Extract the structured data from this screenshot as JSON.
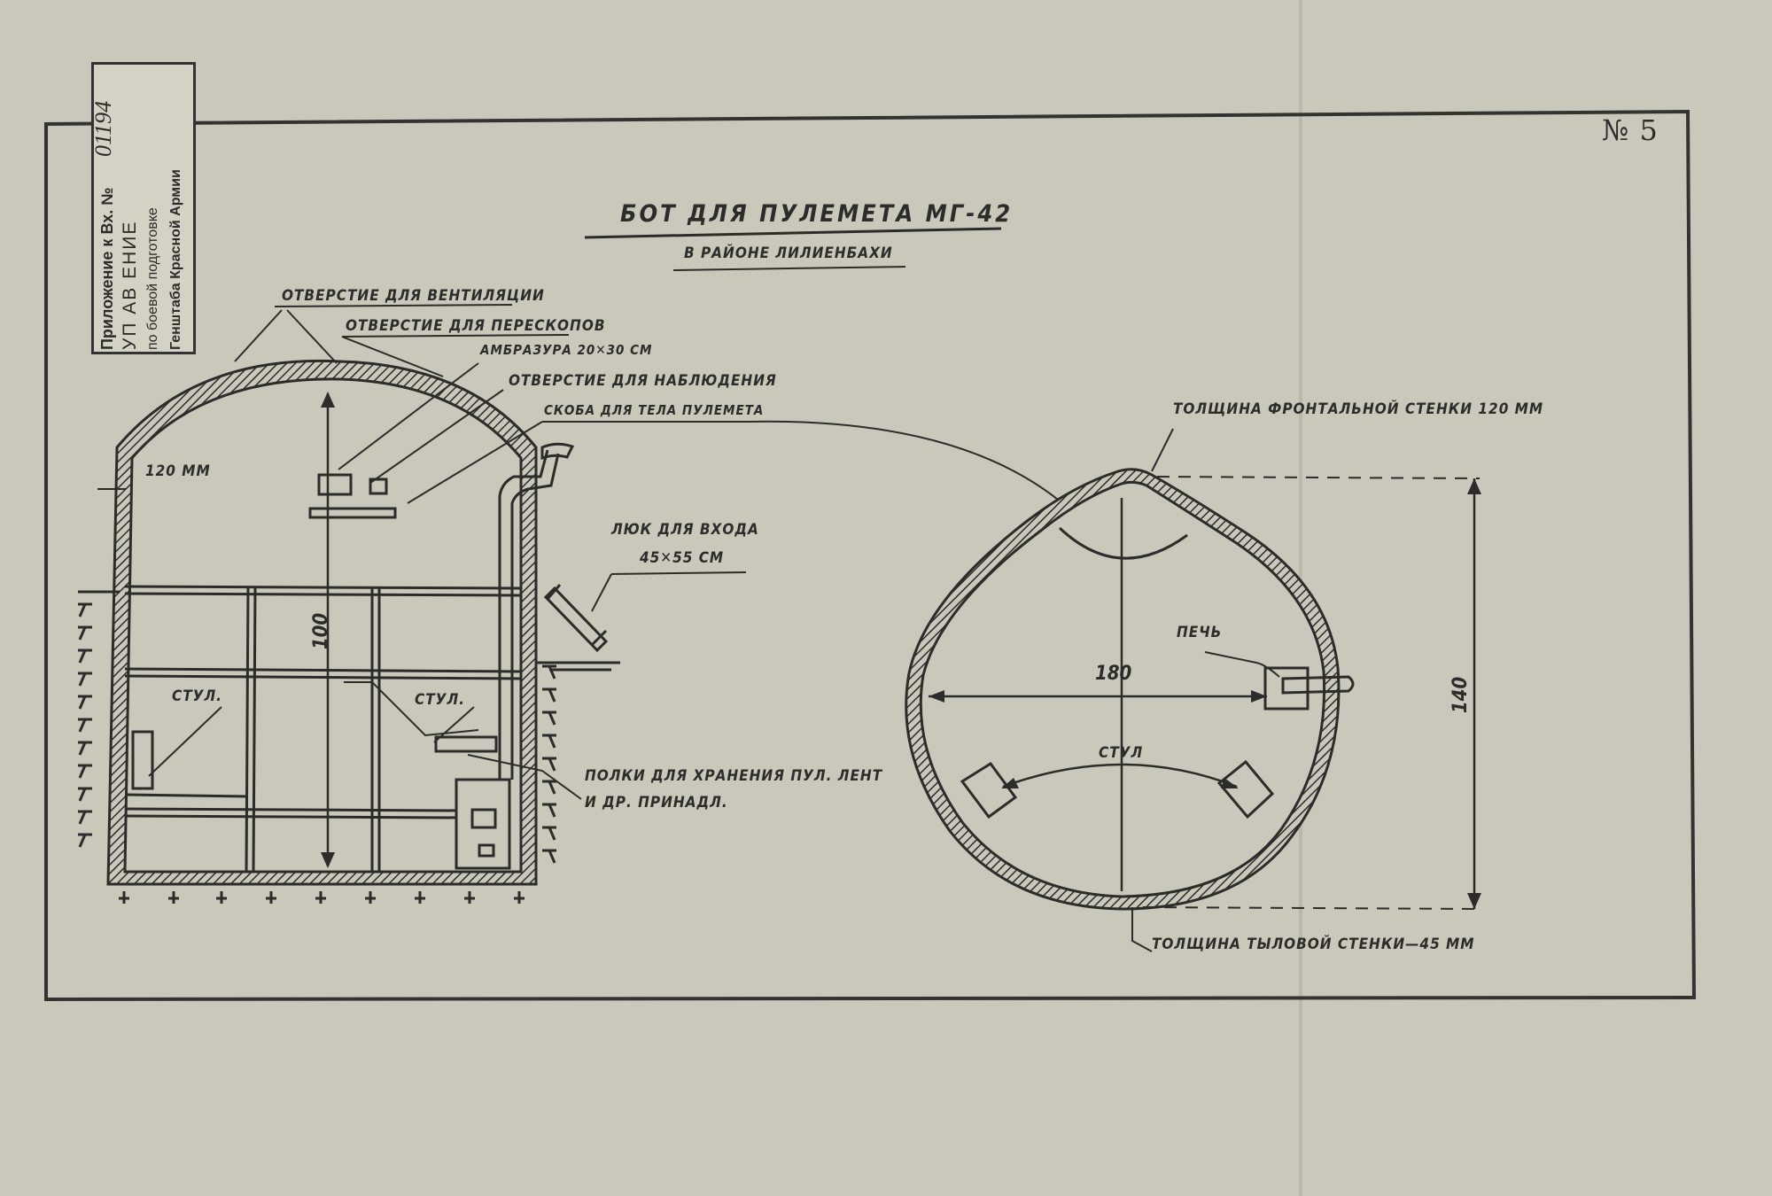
{
  "document": {
    "sheet_number": "№ 5",
    "title": "БОТ ДЛЯ ПУЛЕМЕТА МГ-42",
    "subtitle": "В РАЙОНЕ ЛИЛИЕНБАХИ"
  },
  "stamp": {
    "line1": "Приложение к Вх. №",
    "line2": "УП АВ ЕНИЕ",
    "line3": "по боевой подготовке",
    "line4": "Генштаба Красной Армии",
    "handwritten_number": "01194"
  },
  "section_view": {
    "labels": {
      "ventilation_hole": "ОТВЕРСТИЕ ДЛЯ ВЕНТИЛЯЦИИ",
      "periscope_hole": "ОТВЕРСТИЕ ДЛЯ ПЕРЕСКОПОВ",
      "embrasure": "АМБРАЗУРА 20✕30 СМ",
      "observation_hole": "ОТВЕРСТИЕ ДЛЯ НАБЛЮДЕНИЯ",
      "mg_body_bracket": "СКОБА ДЛЯ ТЕЛА ПУЛЕМЕТА",
      "wall_thickness": "120 ММ",
      "height": "100",
      "hatch": "ЛЮК ДЛЯ ВХОДА",
      "hatch_size": "45✕55 СМ",
      "chair_left": "СТУЛ.",
      "chair_right": "СТУЛ.",
      "shelves_line1": "ПОЛКИ ДЛЯ ХРАНЕНИЯ ПУЛ. ЛЕНТ",
      "shelves_line2": "И ДР. ПРИНАДЛ."
    }
  },
  "plan_view": {
    "labels": {
      "front_wall": "ТОЛЩИНА ФРОНТАЛЬНОЙ СТЕНКИ 120 ММ",
      "stove": "ПЕЧЬ",
      "width": "180",
      "depth": "140",
      "chair": "СТУЛ",
      "rear_wall": "ТОЛЩИНА ТЫЛОВОЙ СТЕНКИ—45 ММ"
    }
  },
  "colors": {
    "paper": "#c9c8ba",
    "ink": "#2c2c2a"
  }
}
